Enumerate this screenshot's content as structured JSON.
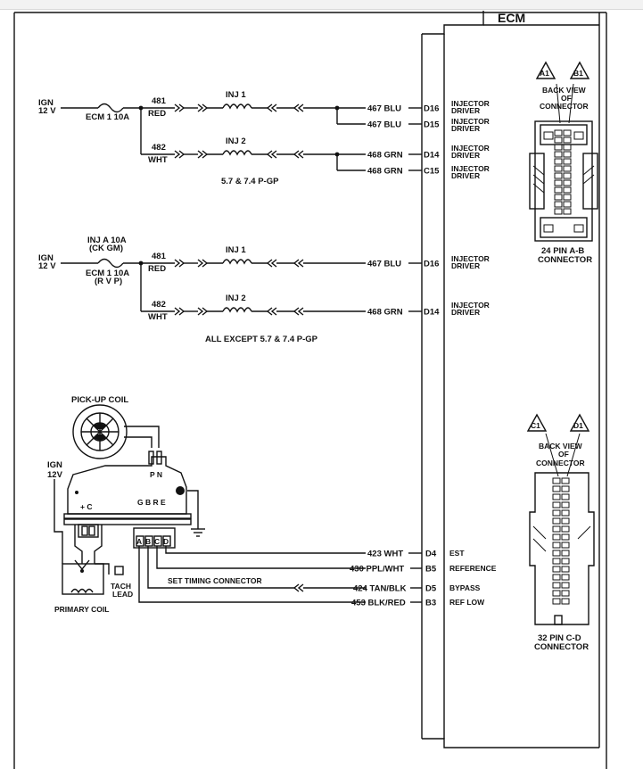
{
  "ecm": {
    "title": "ECM"
  },
  "circuit_a": {
    "ign": [
      "IGN",
      "12 V"
    ],
    "fuse": "ECM 1 10A",
    "inj1": {
      "circuit": "481",
      "color": "RED",
      "label": "INJ 1"
    },
    "inj2": {
      "circuit": "482",
      "color": "WHT",
      "label": "INJ 2"
    },
    "pins": [
      {
        "wire": "467 BLU",
        "pin": "D16",
        "func": [
          "INJECTOR",
          "DRIVER"
        ]
      },
      {
        "wire": "467 BLU",
        "pin": "D15",
        "func": [
          "INJECTOR",
          "DRIVER"
        ]
      },
      {
        "wire": "468 GRN",
        "pin": "D14",
        "func": [
          "INJECTOR",
          "DRIVER"
        ]
      },
      {
        "wire": "468 GRN",
        "pin": "C15",
        "func": [
          "INJECTOR",
          "DRIVER"
        ]
      }
    ],
    "caption": "5.7 & 7.4 P-GP"
  },
  "circuit_b": {
    "ign": [
      "IGN",
      "12 V"
    ],
    "fuse_lines": [
      "INJ A 10A",
      "(CK GM)",
      "ECM 1 10A",
      "(R V P)"
    ],
    "inj1": {
      "circuit": "481",
      "color": "RED",
      "label": "INJ 1"
    },
    "inj2": {
      "circuit": "482",
      "color": "WHT",
      "label": "INJ 2"
    },
    "pins": [
      {
        "wire": "467 BLU",
        "pin": "D16",
        "func": [
          "INJECTOR",
          "DRIVER"
        ]
      },
      {
        "wire": "468 GRN",
        "pin": "D14",
        "func": [
          "INJECTOR",
          "DRIVER"
        ]
      }
    ],
    "caption": "ALL EXCEPT 5.7 & 7.4 P-GP"
  },
  "ignition": {
    "pickup": "PICK-UP COIL",
    "ign": [
      "IGN",
      "12V"
    ],
    "module_top": "P N",
    "module_left": "+ C",
    "module_mid": "G B R E",
    "abcd": [
      "A",
      "B",
      "C",
      "D"
    ],
    "tach": [
      "TACH",
      "LEAD"
    ],
    "primary": "PRIMARY COIL",
    "set_timing": "SET TIMING CONNECTOR",
    "pins": [
      {
        "wire": "423 WHT",
        "pin": "D4",
        "func": "EST"
      },
      {
        "wire": "430 PPL/WHT",
        "pin": "B5",
        "func": "REFERENCE"
      },
      {
        "wire": "424 TAN/BLK",
        "pin": "D5",
        "func": "BYPASS"
      },
      {
        "wire": "453 BLK/RED",
        "pin": "B3",
        "func": "REF LOW"
      }
    ]
  },
  "connector_ab": {
    "tags": [
      "A1",
      "B1"
    ],
    "view": [
      "BACK VIEW",
      "OF",
      "CONNECTOR"
    ],
    "caption": [
      "24 PIN A-B",
      "CONNECTOR"
    ]
  },
  "connector_cd": {
    "tags": [
      "C1",
      "D1"
    ],
    "view": [
      "BACK VIEW",
      "OF",
      "CONNECTOR"
    ],
    "caption": [
      "32 PIN C-D",
      "CONNECTOR"
    ]
  }
}
